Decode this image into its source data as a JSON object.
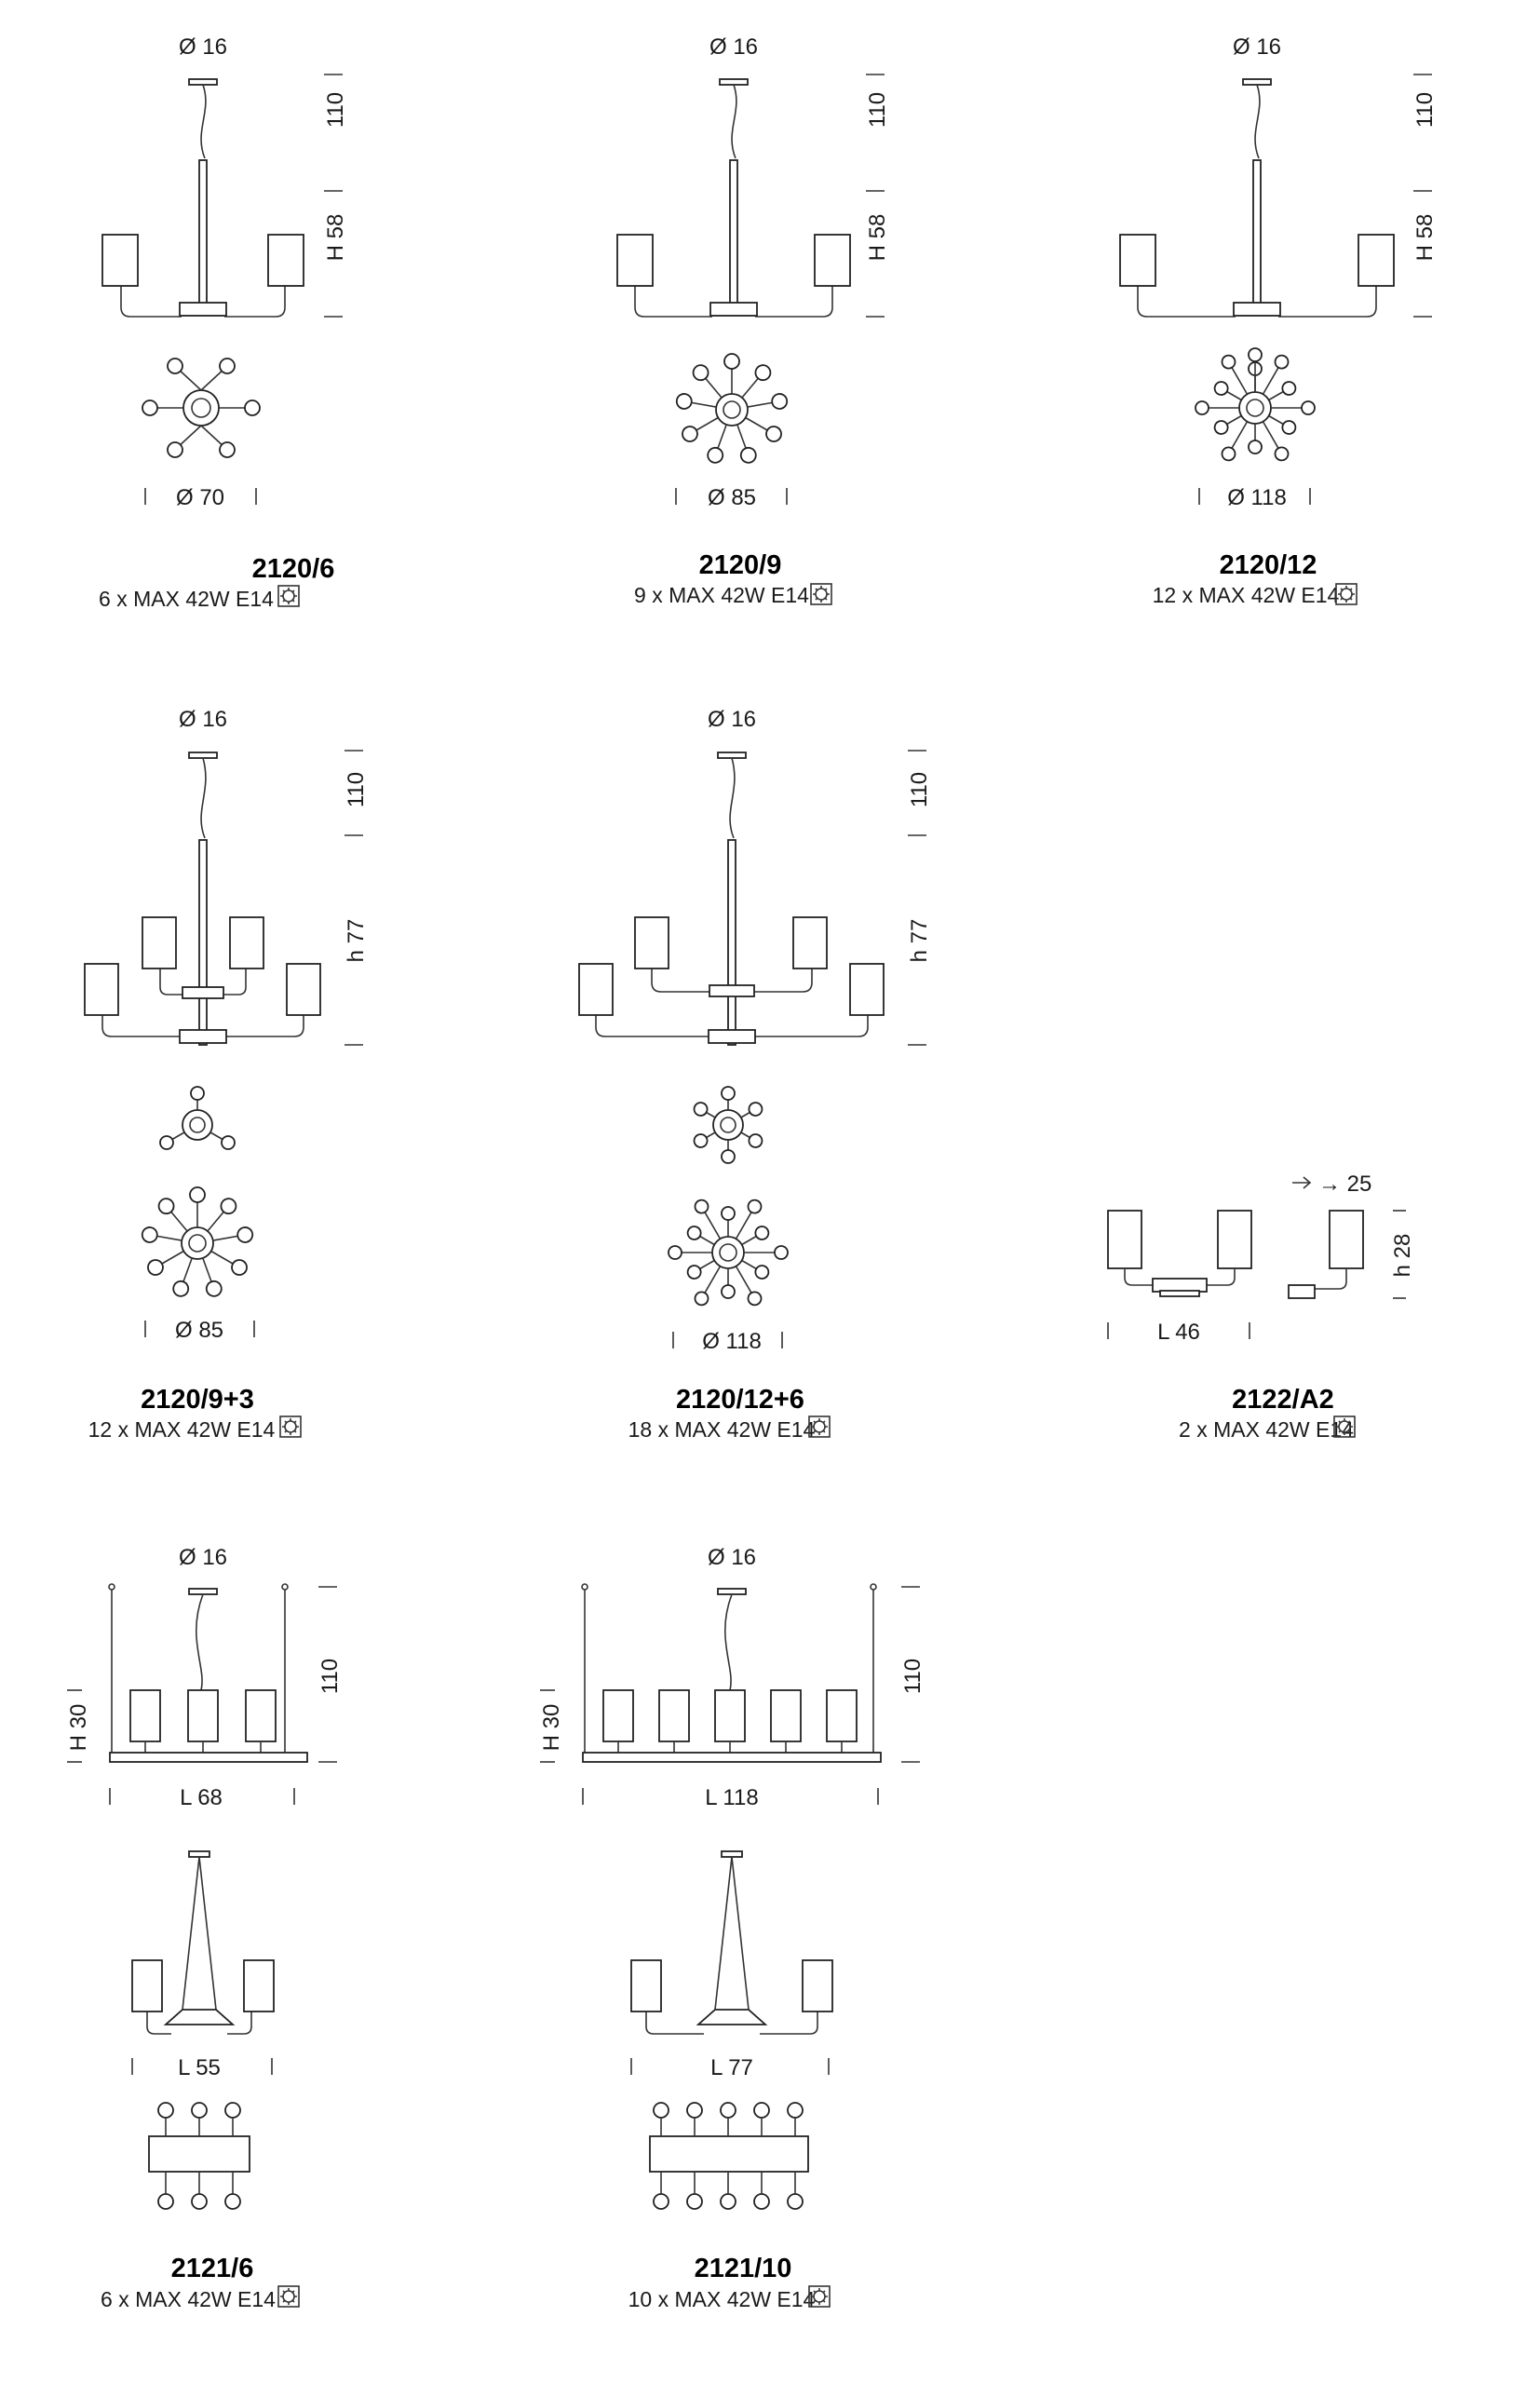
{
  "products": [
    {
      "code": "2120/6",
      "spec": "6 x MAX 42W E14",
      "top_dia": "Ø 16",
      "drop": "110",
      "height": "H 58",
      "width": "Ø 70"
    },
    {
      "code": "2120/9",
      "spec": "9 x MAX 42W E14",
      "top_dia": "Ø 16",
      "drop": "110",
      "height": "H 58",
      "width": "Ø 85"
    },
    {
      "code": "2120/12",
      "spec": "12 x MAX 42W E14",
      "top_dia": "Ø 16",
      "drop": "110",
      "height": "H 58",
      "width": "Ø 118"
    },
    {
      "code": "2120/9+3",
      "spec": "12 x MAX 42W E14",
      "top_dia": "Ø 16",
      "drop": "110",
      "height": "h 77",
      "width": "Ø 85"
    },
    {
      "code": "2120/12+6",
      "spec": "18 x MAX 42W E14",
      "top_dia": "Ø 16",
      "drop": "110",
      "height": "h 77",
      "width": "Ø 118"
    },
    {
      "code": "2122/A2",
      "spec": "2 x MAX 42W E14",
      "depth": "→ 25",
      "height": "h 28",
      "width": "L 46"
    },
    {
      "code": "2121/6",
      "spec": "6 x MAX 42W E14",
      "top_dia": "Ø 16",
      "drop": "110",
      "height": "H 30",
      "width": "L 68",
      "depth": "L 55"
    },
    {
      "code": "2121/10",
      "spec": "10 x MAX 42W E14",
      "top_dia": "Ø 16",
      "drop": "110",
      "height": "H 30",
      "width": "L 118",
      "depth": "L 77"
    }
  ],
  "icons": {
    "bulb": "dimmable-bulb-icon"
  }
}
